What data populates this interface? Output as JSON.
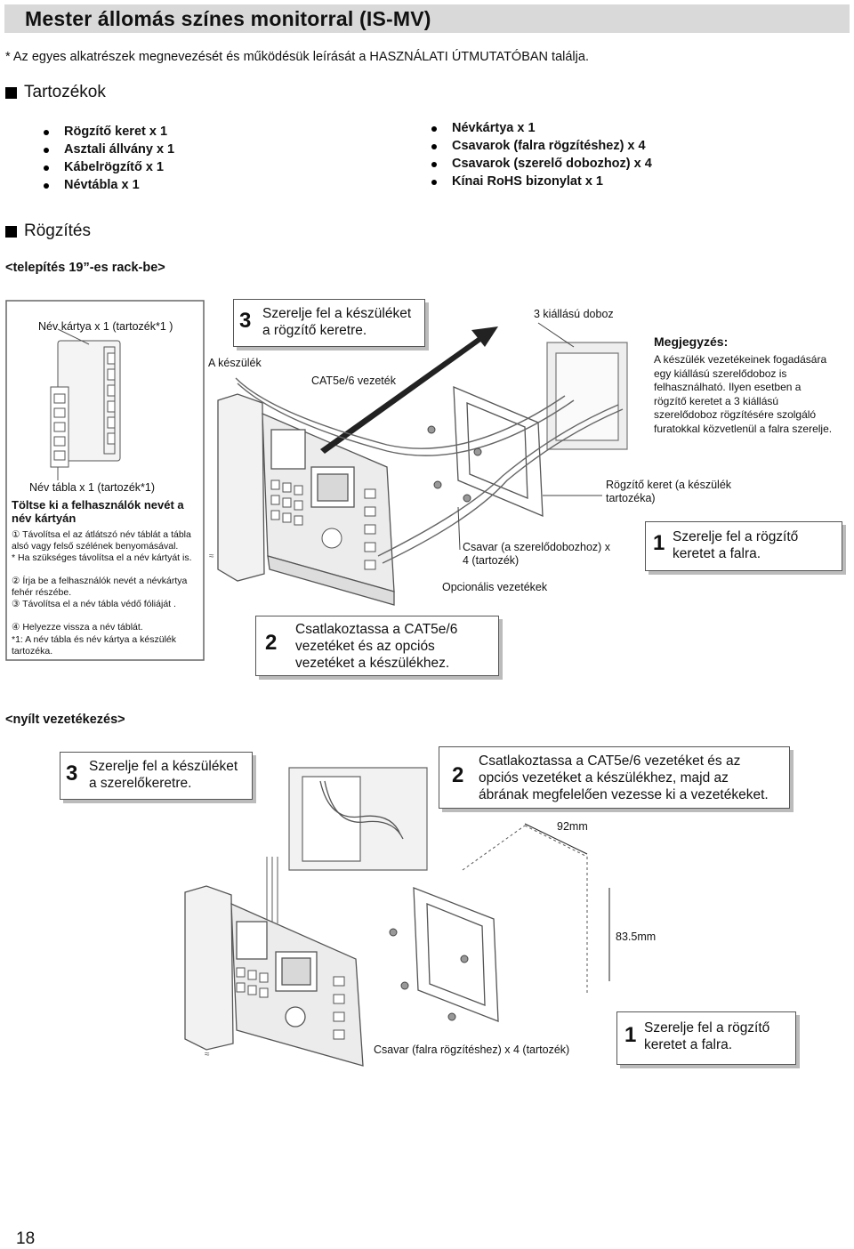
{
  "title": "Mester állomás színes monitorral (IS-MV)",
  "note": "* Az egyes alkatrészek megnevezését és működésük leírását a HASZNÁLATI ÚTMUTATÓBAN találja.",
  "accessories": {
    "heading": "Tartozékok",
    "left": [
      "Rögzítő keret x 1",
      "Asztali állvány x 1",
      "Kábelrögzítő x 1",
      "Névtábla x 1"
    ],
    "right": [
      "Névkártya x 1",
      "Csavarok (falra rögzítéshez) x 4",
      "Csavarok (szerelő dobozhoz) x 4",
      "Kínai RoHS bizonylat x 1"
    ]
  },
  "mounting": {
    "heading": "Rögzítés",
    "rack_subheading": "<telepítés 19”-es rack-be>",
    "open_subheading": "<nyílt vezetékezés>"
  },
  "figure1": {
    "namecard_label": "Név kártya x 1 (tartozék*1 )",
    "nameplate_label": "Név tábla x 1 (tartozék*1)",
    "fill_heading": "Töltse ki a felhasználók nevét a név kártyán",
    "instructions": [
      "① Távolítsa el az átlátszó név táblát a tábla alsó vagy felső szélének benyomásával.",
      "* Ha szükséges távolítsa el a név kártyát is.",
      "② Írja be a felhasználók nevét a névkártya fehér részébe.",
      "③ Távolítsa el a név tábla védő fóliáját .",
      "④ Helyezze vissza a név táblát.",
      "*1: A név tábla és név kártya a készülék tartozéka."
    ],
    "step3_num": "3",
    "step3_text": "Szerelje fel a készüléket a rögzítő keretre.",
    "device_label": "A készülék",
    "cat_label": "CAT5e/6 vezeték",
    "box_label": "3 kiállású doboz",
    "note_heading": "Megjegyzés:",
    "note_text": "A készülék vezetékeinek fogadására egy kiállású szerelődoboz is felhasználható. Ilyen esetben a rögzítő keretet a 3 kiállású szerelődoboz rögzítésére szolgáló furatokkal közvetlenül a falra szerelje.",
    "frame_label": "Rögzítő keret (a készülék tartozéka)",
    "screw_label": "Csavar (a szerelődobozhoz) x 4 (tartozék)",
    "optional_label": "Opcionális vezetékek",
    "step1_num": "1",
    "step1_text": "Szerelje fel a rögzítő keretet a falra.",
    "step2_num": "2",
    "step2_text": "Csatlakoztassa a CAT5e/6 vezetéket és az opciós vezetéket a készülékhez."
  },
  "figure2": {
    "step3_num": "3",
    "step3_text": "Szerelje fel a készüléket a szerelőkeretre.",
    "step2_num": "2",
    "step2_text": "Csatlakoztassa a CAT5e/6 vezetéket és az opciós vezetéket a készülékhez, majd az ábrának megfelelően vezesse ki a vezetékeket.",
    "dim_width": "92mm",
    "dim_height": "83.5mm",
    "screw_label": "Csavar (falra rögzítéshez) x 4 (tartozék)",
    "step1_num": "1",
    "step1_text": "Szerelje fel a rögzítő keretet a falra."
  },
  "page_number": "18"
}
